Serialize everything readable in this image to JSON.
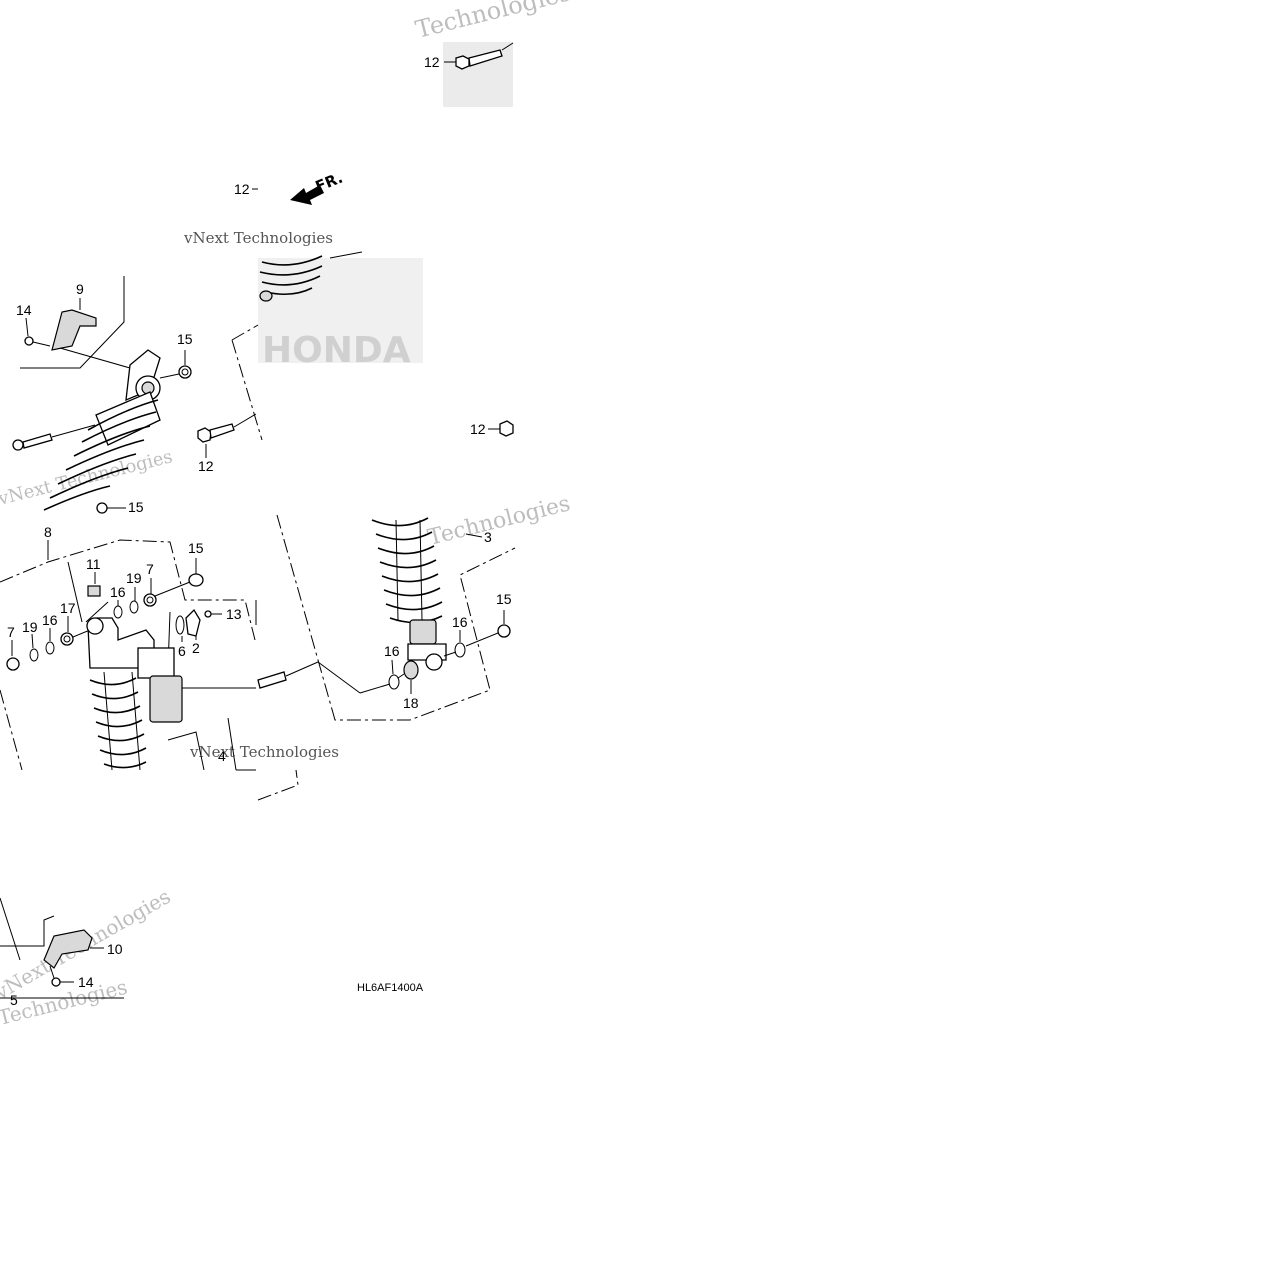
{
  "diagram": {
    "code": "HL6AF1400A",
    "direction_label": "FR.",
    "callouts": [
      {
        "id": "c12a",
        "label": "12"
      },
      {
        "id": "c12b",
        "label": "12"
      },
      {
        "id": "c12c",
        "label": "12"
      },
      {
        "id": "c12d",
        "label": "12"
      },
      {
        "id": "c9",
        "label": "9"
      },
      {
        "id": "c14a",
        "label": "14"
      },
      {
        "id": "c15a",
        "label": "15"
      },
      {
        "id": "c15b",
        "label": "15"
      },
      {
        "id": "c15c",
        "label": "15"
      },
      {
        "id": "c15d",
        "label": "15"
      },
      {
        "id": "c8",
        "label": "8"
      },
      {
        "id": "c11",
        "label": "11"
      },
      {
        "id": "c19a",
        "label": "19"
      },
      {
        "id": "c7a",
        "label": "7"
      },
      {
        "id": "c16a",
        "label": "16"
      },
      {
        "id": "c17",
        "label": "17"
      },
      {
        "id": "c16b",
        "label": "16"
      },
      {
        "id": "c19b",
        "label": "19"
      },
      {
        "id": "c7b",
        "label": "7"
      },
      {
        "id": "c13",
        "label": "13"
      },
      {
        "id": "c6",
        "label": "6"
      },
      {
        "id": "c2",
        "label": "2"
      },
      {
        "id": "c3",
        "label": "3"
      },
      {
        "id": "c16c",
        "label": "16"
      },
      {
        "id": "c16d",
        "label": "16"
      },
      {
        "id": "c18",
        "label": "18"
      },
      {
        "id": "c4",
        "label": "4"
      },
      {
        "id": "c10",
        "label": "10"
      },
      {
        "id": "c14b",
        "label": "14"
      },
      {
        "id": "c5",
        "label": "5"
      }
    ],
    "watermarks": [
      "Technologies",
      "vNext Technologies",
      "vNext Technologies",
      "Technologies",
      "vNext Technologies",
      "Technologies",
      "vNext Technologies"
    ]
  }
}
